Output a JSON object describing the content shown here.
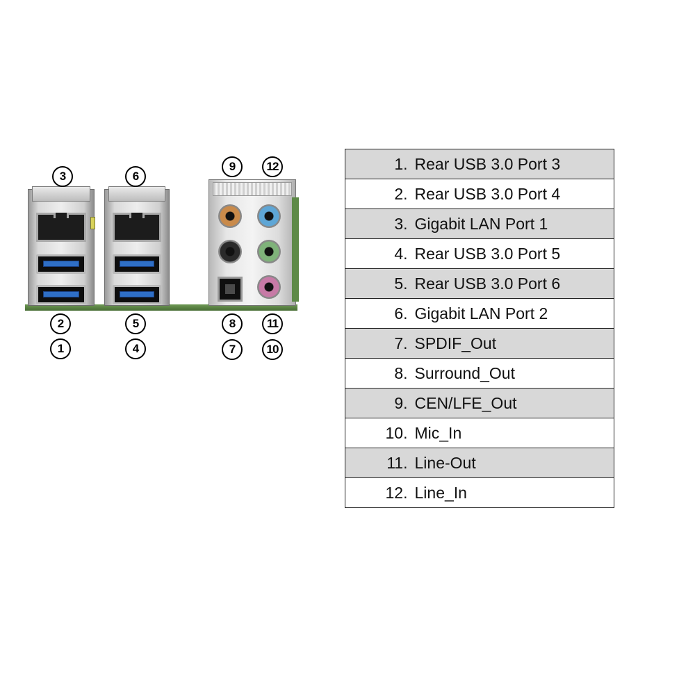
{
  "callouts": [
    "3",
    "6",
    "9",
    "12",
    "2",
    "1",
    "5",
    "4",
    "8",
    "7",
    "11",
    "10"
  ],
  "ports": [
    {
      "num": "1.",
      "label": "Rear USB 3.0 Port 3"
    },
    {
      "num": "2.",
      "label": "Rear USB 3.0 Port 4"
    },
    {
      "num": "3.",
      "label": "Gigabit LAN Port 1"
    },
    {
      "num": "4.",
      "label": "Rear USB 3.0 Port 5"
    },
    {
      "num": "5.",
      "label": "Rear USB 3.0 Port 6"
    },
    {
      "num": "6.",
      "label": "Gigabit LAN Port 2"
    },
    {
      "num": "7.",
      "label": "SPDIF_Out"
    },
    {
      "num": "8.",
      "label": "Surround_Out"
    },
    {
      "num": "9.",
      "label": "CEN/LFE_Out"
    },
    {
      "num": "10.",
      "label": "Mic_In"
    },
    {
      "num": "11.",
      "label": "Line-Out"
    },
    {
      "num": "12.",
      "label": "Line_In"
    }
  ],
  "colors": {
    "row_shaded": "#d8d8d8",
    "usb_blue": "#2f6fc6",
    "jack_orange": "#c98a4a",
    "jack_blue": "#5ea6d6",
    "jack_black": "#2a2a2a",
    "jack_green": "#7fb27a",
    "jack_pink": "#c77aa6",
    "pcb_green": "#5d8a47"
  }
}
